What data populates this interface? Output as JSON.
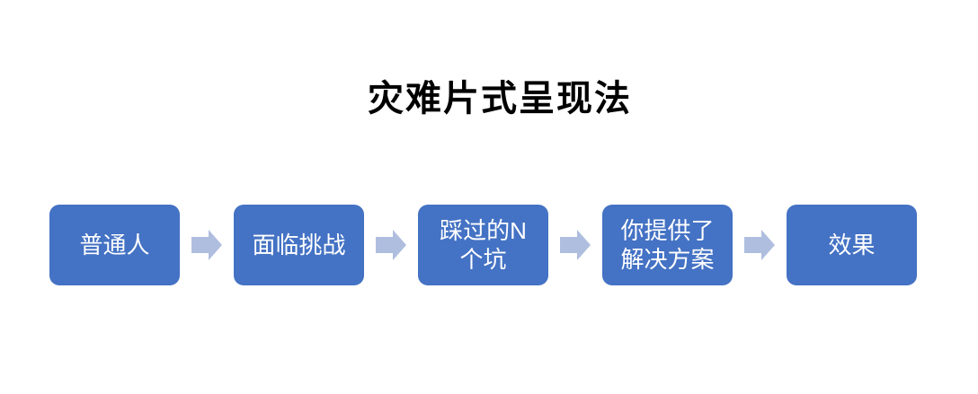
{
  "title": "灾难片式呈现法",
  "flow": {
    "steps": [
      {
        "label": "普通人"
      },
      {
        "label": "面临挑战"
      },
      {
        "label": "踩过的N\n个坑"
      },
      {
        "label": "你提供了\n解决方案"
      },
      {
        "label": "效果"
      }
    ],
    "connector_icon": "right-block-arrow"
  },
  "colors": {
    "background": "#FFFFFF",
    "title_color": "#000000",
    "box_fill": "#4472C4",
    "box_text": "#FFFFFF",
    "arrow_fill": "#AFBEDF"
  }
}
